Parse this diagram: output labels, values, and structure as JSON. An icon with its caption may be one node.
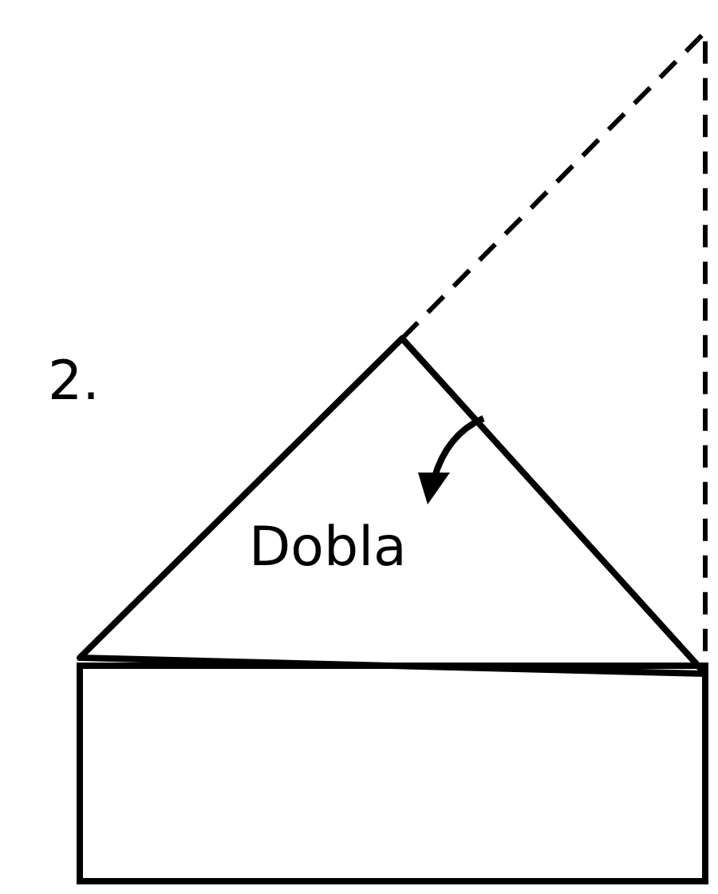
{
  "diagram": {
    "nodes": [
      {
        "text": [
          "Dobla"
        ]
      },
      {
        "text": [],
        "shape": "box"
      }
    ],
    "labels": [
      "2."
    ]
  }
}
